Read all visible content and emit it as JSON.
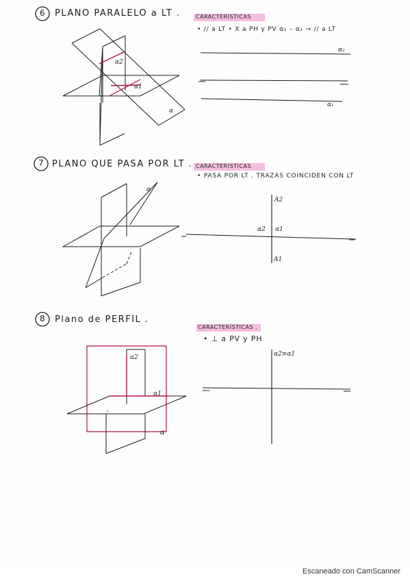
{
  "sections": [
    {
      "number": "6",
      "title": "PLANO PARALELO a LT .",
      "carac_label": "CARACTERÍSTICAS",
      "properties": "• // a LT   • X a PH y PV   α₁ – α₂ → // a LT",
      "diagram_labels": {
        "a2": "α2",
        "a1": "α1",
        "alpha": "α"
      },
      "trace_labels": {
        "a2": "α₂",
        "a1": "α₁"
      }
    },
    {
      "number": "7",
      "title": "PLANO QUE PASA POR LT .",
      "carac_label": "CARACTERÍSTICAS",
      "properties": "• PASA POR LT  . TRAZAS COINCIDEN CON LT",
      "diagram_labels": {
        "alpha": "α"
      },
      "trace_labels": {
        "A2": "A2",
        "a2": "α2",
        "a1": "α1",
        "A1": "A1"
      }
    },
    {
      "number": "8",
      "title": "Plano de PERFIL .",
      "carac_label": "CARACTERÍSTICAS .",
      "properties": "• ⊥ a PV y PH",
      "diagram_labels": {
        "a2": "α2",
        "a1": "α1",
        "alpha": "α"
      },
      "trace_labels": {
        "a2a1": "α2≡α1"
      }
    }
  ],
  "footer": "Escaneado con CamScanner",
  "colors": {
    "ink": "#1a1a1a",
    "accent": "#b0124e",
    "highlight": "#f4b6dc"
  }
}
